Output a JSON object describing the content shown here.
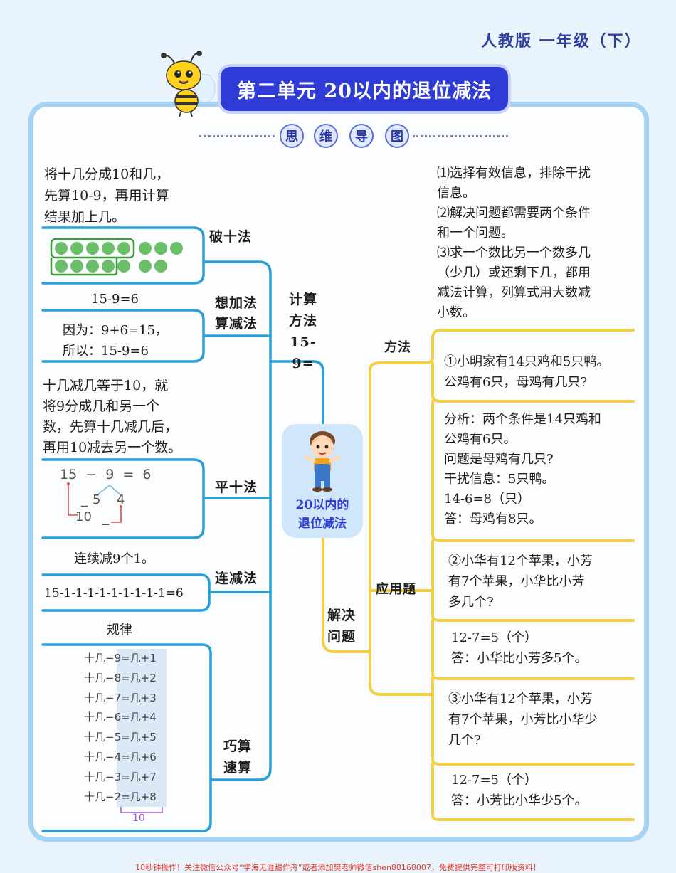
{
  "header": {
    "edition": "人教版 一年级（下）",
    "title": "第二单元  20以内的退位减法",
    "subtitle_chars": [
      "思",
      "维",
      "导",
      "图"
    ]
  },
  "center": {
    "label": "20以内的\n退位减法"
  },
  "left": {
    "calc_label": "计算\n方法\n15-9=",
    "method1": {
      "label": "破十法",
      "note": "将十几分成10和几，\n先算10-9，再用计算\n结果加上几。"
    },
    "method2": {
      "label": "想加法\n算减法",
      "eq": "15-9=6",
      "note": "因为：9+6=15，\n所以：15-9=6"
    },
    "method3": {
      "label": "平十法",
      "note": "十几减几等于10，就\n将9分成几和另一个\n数，先算十几减几后，\n再用10减去另一个数。",
      "diagram": {
        "top": "15  −  9  =  6",
        "split_a": "5",
        "split_b": "4",
        "ten": "10",
        "blank1": "_",
        "blank2": "_"
      }
    },
    "method4": {
      "label": "连减法",
      "note": "连续减9个1。",
      "eq": "15-1-1-1-1-1-1-1-1-1=6"
    },
    "method5": {
      "label": "巧算\n速算",
      "rule_title": "规律",
      "rules": [
        "十几−9=几+1",
        "十几−8=几+2",
        "十几−7=几+3",
        "十几−6=几+4",
        "十几−5=几+5",
        "十几−4=几+6",
        "十几−3=几+7",
        "十几−2=几+8"
      ],
      "sum_label": "10"
    }
  },
  "right": {
    "solve_label": "解决\n问题",
    "method_label": "方法",
    "apply_label": "应用题",
    "tips": "⑴选择有效信息，排除干扰\n信息。\n⑵解决问题都需要两个条件\n和一个问题。\n⑶求一个数比另一个数多几\n（少几）或还剩下几，都用\n减法计算，列算式用大数减\n小数。",
    "q1": "①小明家有14只鸡和5只鸭。\n公鸡有6只，母鸡有几只?",
    "a1": "分析：两个条件是14只鸡和\n公鸡有6只。\n问题是母鸡有几只?\n干扰信息：5只鸭。\n14-6=8（只）\n答：母鸡有8只。",
    "q2": "②小华有12个苹果，小芳\n有7个苹果，小华比小芳\n多几个?",
    "a2": "12-7=5（个）\n答：小华比小芳多5个。",
    "q3": "③小华有12个苹果，小芳\n有7个苹果，小芳比小华少\n几个?",
    "a3": "12-7=5（个）\n答：小芳比小华少5个。"
  },
  "footer": "10秒钟操作！关注微信公众号“学海无涯甜作舟”或者添加樊老师微信shen88168007，免费提供完整可打印版资料！",
  "colors": {
    "blue_line": "#2a9fd6",
    "yellow_line": "#f3cf46",
    "title_bg": "#2e3bd6",
    "dot_green": "#6cbf69"
  }
}
